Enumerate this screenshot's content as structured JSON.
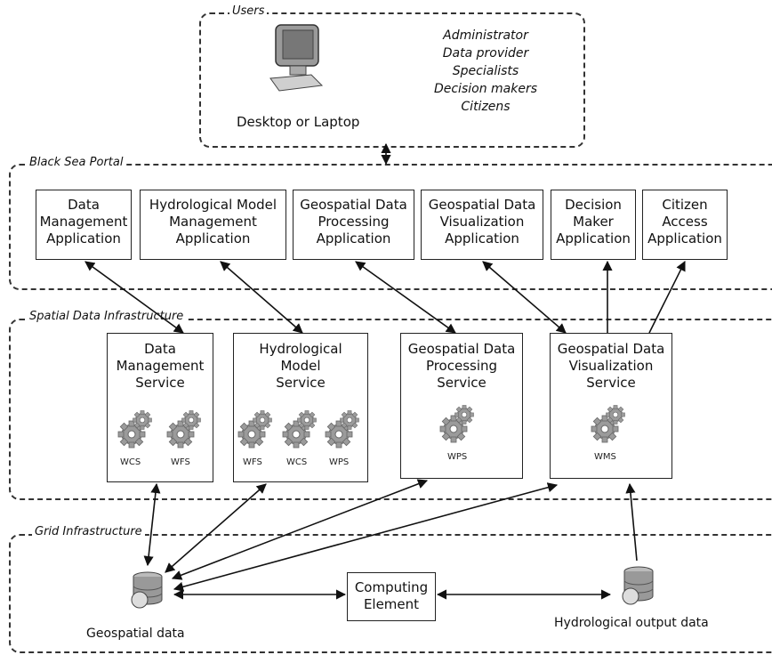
{
  "users": {
    "title": "Users",
    "device_label": "Desktop or Laptop",
    "roles": [
      "Administrator",
      "Data provider",
      "Specialists",
      "Decision makers",
      "Citizens"
    ]
  },
  "portal": {
    "title": "Black Sea Portal",
    "apps": [
      {
        "line1": "Data",
        "line2": "Management",
        "line3": "Application"
      },
      {
        "line1": "Hydrological Model",
        "line2": "Management",
        "line3": "Application"
      },
      {
        "line1": "Geospatial Data",
        "line2": "Processing",
        "line3": "Application"
      },
      {
        "line1": "Geospatial Data",
        "line2": "Visualization",
        "line3": "Application"
      },
      {
        "line1": "Decision",
        "line2": "Maker",
        "line3": "Application"
      },
      {
        "line1": "Citizen",
        "line2": "Access",
        "line3": "Application"
      }
    ]
  },
  "sdi": {
    "title": "Spatial Data Infrastructure",
    "services": [
      {
        "line1": "Data",
        "line2": "Management",
        "line3": "Service",
        "protocols": [
          "WCS",
          "WFS"
        ]
      },
      {
        "line1": "Hydrological",
        "line2": "Model",
        "line3": "Service",
        "protocols": [
          "WFS",
          "WCS",
          "WPS"
        ]
      },
      {
        "line1": "Geospatial Data",
        "line2": "Processing",
        "line3": "Service",
        "protocols": [
          "WPS"
        ]
      },
      {
        "line1": "Geospatial Data",
        "line2": "Visualization",
        "line3": "Service",
        "protocols": [
          "WMS"
        ]
      }
    ]
  },
  "grid": {
    "title": "Grid Infrastructure",
    "computing_line1": "Computing",
    "computing_line2": "Element",
    "geo_data_label": "Geospatial data",
    "hydro_data_label": "Hydrological output data"
  }
}
